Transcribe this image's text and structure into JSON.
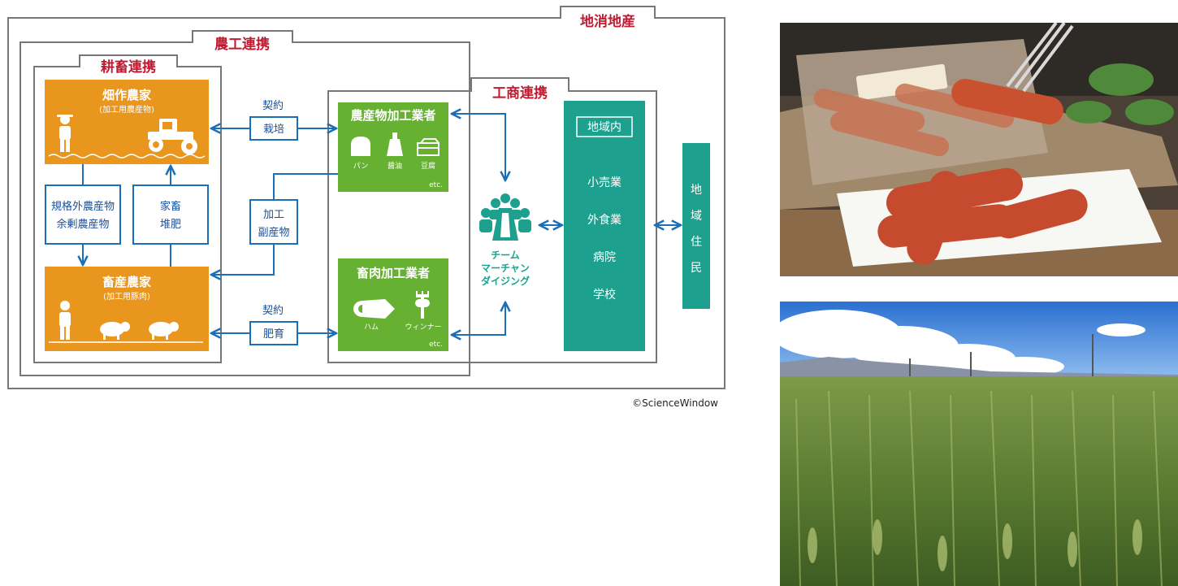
{
  "frames": {
    "outer": "地消地産",
    "agri_industry": "農工連携",
    "farm_livestock": "耕畜連携",
    "commerce": "工商連携"
  },
  "crop_farmer": {
    "title": "畑作農家",
    "subtitle": "(加工用農産物)"
  },
  "livestock_farmer": {
    "title": "畜産農家",
    "subtitle": "(加工用豚肉)"
  },
  "link_boxes": {
    "nonstandard_line1": "規格外農産物",
    "nonstandard_line2": "余剰農産物",
    "manure_line1": "家畜",
    "manure_line2": "堆肥",
    "cultivation": "栽培",
    "fattening": "肥育",
    "byproduct_line1": "加工",
    "byproduct_line2": "副産物"
  },
  "contract_labels": {
    "top": "契約",
    "bottom": "契約"
  },
  "agri_processor": {
    "title": "農産物加工業者",
    "icons": [
      "パン",
      "醤油",
      "豆腐"
    ],
    "etc": "etc."
  },
  "meat_processor": {
    "title": "畜肉加工業者",
    "icons": [
      "ハム",
      "ウィンナー"
    ],
    "etc": "etc."
  },
  "team": {
    "line1": "チーム",
    "line2": "マーチャン",
    "line3": "ダイジング"
  },
  "regional": {
    "header": "地域内",
    "items": [
      "小売業",
      "外食業",
      "病院",
      "学校"
    ]
  },
  "residents": [
    "地",
    "域",
    "住",
    "民"
  ],
  "credit": "©ScienceWindow",
  "colors": {
    "orange": "#e8961e",
    "green": "#66b032",
    "teal": "#1ea08e",
    "blue": "#1a6fb8",
    "red_label": "#c01a30"
  }
}
